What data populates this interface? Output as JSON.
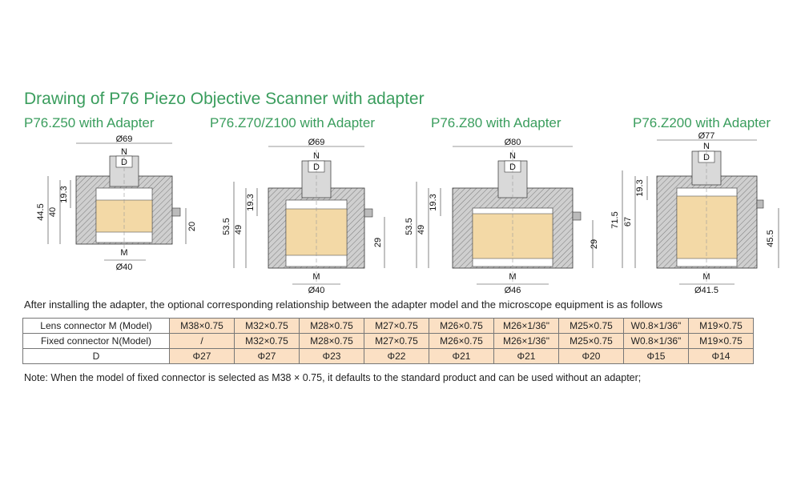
{
  "title": "Drawing of P76 Piezo Objective Scanner with adapter",
  "variants": [
    {
      "name": "P76.Z50 with Adapter",
      "dims": {
        "top_dia": "Ø69",
        "n": "N",
        "d": "D",
        "overall": "44.5",
        "h1": "40",
        "h2": "19.3",
        "side": "20",
        "m": "M",
        "bottom_dia": "Ø40"
      }
    },
    {
      "name": "P76.Z70/Z100 with Adapter",
      "dims": {
        "top_dia": "Ø69",
        "n": "N",
        "d": "D",
        "overall": "53.5",
        "h1": "49",
        "h2": "19.3",
        "side": "29",
        "m": "M",
        "bottom_dia": "Ø40"
      }
    },
    {
      "name": "P76.Z80 with Adapter",
      "dims": {
        "top_dia": "Ø80",
        "n": "N",
        "d": "D",
        "overall": "53.5",
        "h1": "49",
        "h2": "19.3",
        "side": "29",
        "m": "M",
        "bottom_dia": "Ø46"
      }
    },
    {
      "name": "P76.Z200 with Adapter",
      "dims": {
        "top_dia": "Ø77",
        "n": "N",
        "d": "D",
        "overall": "71.5",
        "h1": "67",
        "h2": "19.3",
        "side": "45.5",
        "m": "M",
        "bottom_dia": "Ø41.5"
      }
    }
  ],
  "caption": "After installing the adapter, the optional corresponding relationship between the adapter model and the microscope equipment is as follows",
  "table": {
    "rows": [
      {
        "label": "Lens connector M (Model)",
        "values": [
          "M38×0.75",
          "M32×0.75",
          "M28×0.75",
          "M27×0.75",
          "M26×0.75",
          "M26×1/36\"",
          "M25×0.75",
          "W0.8×1/36\"",
          "M19×0.75"
        ]
      },
      {
        "label": "Fixed connector N(Model)",
        "values": [
          "/",
          "M32×0.75",
          "M28×0.75",
          "M27×0.75",
          "M26×0.75",
          "M26×1/36\"",
          "M25×0.75",
          "W0.8×1/36\"",
          "M19×0.75"
        ]
      },
      {
        "label": "D",
        "values": [
          "Φ27",
          "Φ27",
          "Φ23",
          "Φ22",
          "Φ21",
          "Φ21",
          "Φ20",
          "Φ15",
          "Φ14"
        ]
      }
    ]
  },
  "note": "Note: When the model of fixed connector is selected as M38 × 0.75, it defaults to the standard product and can be used without an adapter;",
  "colors": {
    "accent": "#3a9d5d",
    "cell_fill": "#fbe0c4",
    "metal": "#c9c9c9",
    "brass": "#f3d9a6"
  }
}
